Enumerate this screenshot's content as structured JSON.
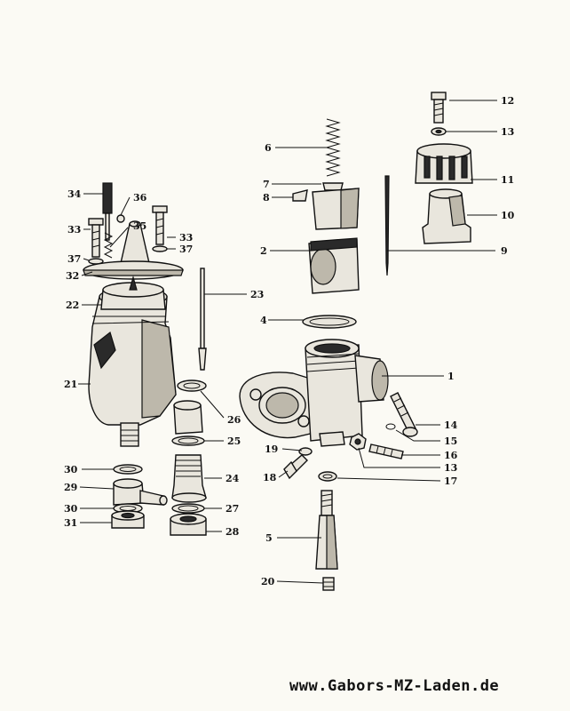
{
  "watermark": "www.Gabors-MZ-Laden.de",
  "labels": [
    "1",
    "2",
    "4",
    "5",
    "6",
    "7",
    "8",
    "9",
    "10",
    "11",
    "12",
    "13",
    "13",
    "14",
    "15",
    "16",
    "17",
    "18",
    "19",
    "20",
    "21",
    "22",
    "23",
    "24",
    "25",
    "26",
    "27",
    "28",
    "29",
    "30",
    "30",
    "31",
    "32",
    "33",
    "33",
    "34",
    "35",
    "36",
    "37",
    "37"
  ]
}
